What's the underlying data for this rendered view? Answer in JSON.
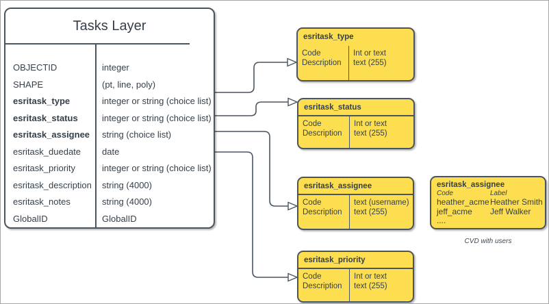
{
  "colors": {
    "yellow_fill": "#fcde50",
    "stroke": "#4a545e",
    "text": "#353f49",
    "frame_border": "#a6a6a6",
    "background": "#ffffff"
  },
  "tasks_layer": {
    "title": "Tasks Layer",
    "fields": [
      {
        "name": "OBJECTID",
        "type": "integer",
        "bold": false
      },
      {
        "name": "SHAPE",
        "type": "(pt, line, poly)",
        "bold": false
      },
      {
        "name": "esritask_type",
        "type": "integer or string (choice list)",
        "bold": true
      },
      {
        "name": "esritask_status",
        "type": "integer or string (choice list)",
        "bold": true
      },
      {
        "name": "esritask_assignee",
        "type": "string (choice list)",
        "bold": true
      },
      {
        "name": "esritask_duedate",
        "type": "date",
        "bold": false
      },
      {
        "name": "esritask_priority",
        "type": "integer or string (choice list)",
        "bold": false
      },
      {
        "name": "esritask_description",
        "type": "string (4000)",
        "bold": false
      },
      {
        "name": "esritask_notes",
        "type": "string (4000)",
        "bold": false
      },
      {
        "name": "GlobalID",
        "type": "GlobalID",
        "bold": false
      }
    ]
  },
  "domain_tables": [
    {
      "title": "esritask_type",
      "left": [
        "Code",
        "Description"
      ],
      "right": [
        "Int or text",
        "text (255)"
      ]
    },
    {
      "title": "esritask_status",
      "left": [
        "Code",
        "Description"
      ],
      "right": [
        "Int or text",
        "text (255)"
      ]
    },
    {
      "title": "esritask_assignee",
      "left": [
        "Code",
        "Description"
      ],
      "right": [
        "text (username)",
        "text (255)"
      ]
    },
    {
      "title": "esritask_priority",
      "left": [
        "Code",
        "Description"
      ],
      "right": [
        "Int or text",
        "text (255)"
      ]
    }
  ],
  "cvd_table": {
    "title": "esritask_assignee",
    "col_headers": [
      "Code",
      "Label"
    ],
    "rows": [
      {
        "code": "heather_acme",
        "label": "Heather Smith"
      },
      {
        "code": "jeff_acme",
        "label": "Jeff Walker"
      }
    ],
    "ellipsis": "....",
    "caption": "CVD with users"
  },
  "edges": [
    {
      "from": "esritask_type field",
      "to": "esritask_type table",
      "arrow": "open-triangle"
    },
    {
      "from": "esritask_status field",
      "to": "esritask_status table",
      "arrow": "open-triangle"
    },
    {
      "from": "esritask_assignee field",
      "to": "esritask_assignee table",
      "arrow": "open-triangle"
    },
    {
      "from": "esritask_priority field",
      "to": "esritask_priority table",
      "arrow": "open-triangle"
    }
  ]
}
